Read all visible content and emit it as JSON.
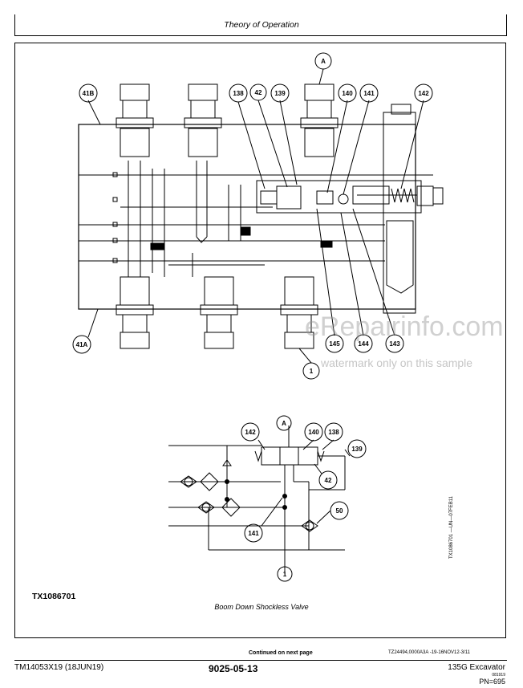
{
  "header": {
    "title": "Theory of Operation"
  },
  "figure": {
    "callouts_top": [
      "41B",
      "A",
      "138",
      "42",
      "139",
      "140",
      "141",
      "142"
    ],
    "callouts_bottom": [
      "41A",
      "145",
      "144",
      "143",
      "1"
    ],
    "schematic_callouts": [
      "142",
      "A",
      "140",
      "138",
      "139",
      "42",
      "50",
      "141",
      "1"
    ],
    "figure_id": "TX1086701",
    "caption": "Boom Down Shockless Valve",
    "vertical_code": "TX1086701 —UN—07FEB11"
  },
  "watermark": {
    "main": "eRepairinfo.com",
    "sub": "watermark only on this sample"
  },
  "footer": {
    "continued": "Continued on next page",
    "doc_code": "TZ24494,0000A3A -19-16NOV12-3/11",
    "left": "TM14053X19 (18JUN19)",
    "center": "9025-05-13",
    "right": "135G Excavator",
    "small": "081919",
    "pn": "PN=695"
  }
}
